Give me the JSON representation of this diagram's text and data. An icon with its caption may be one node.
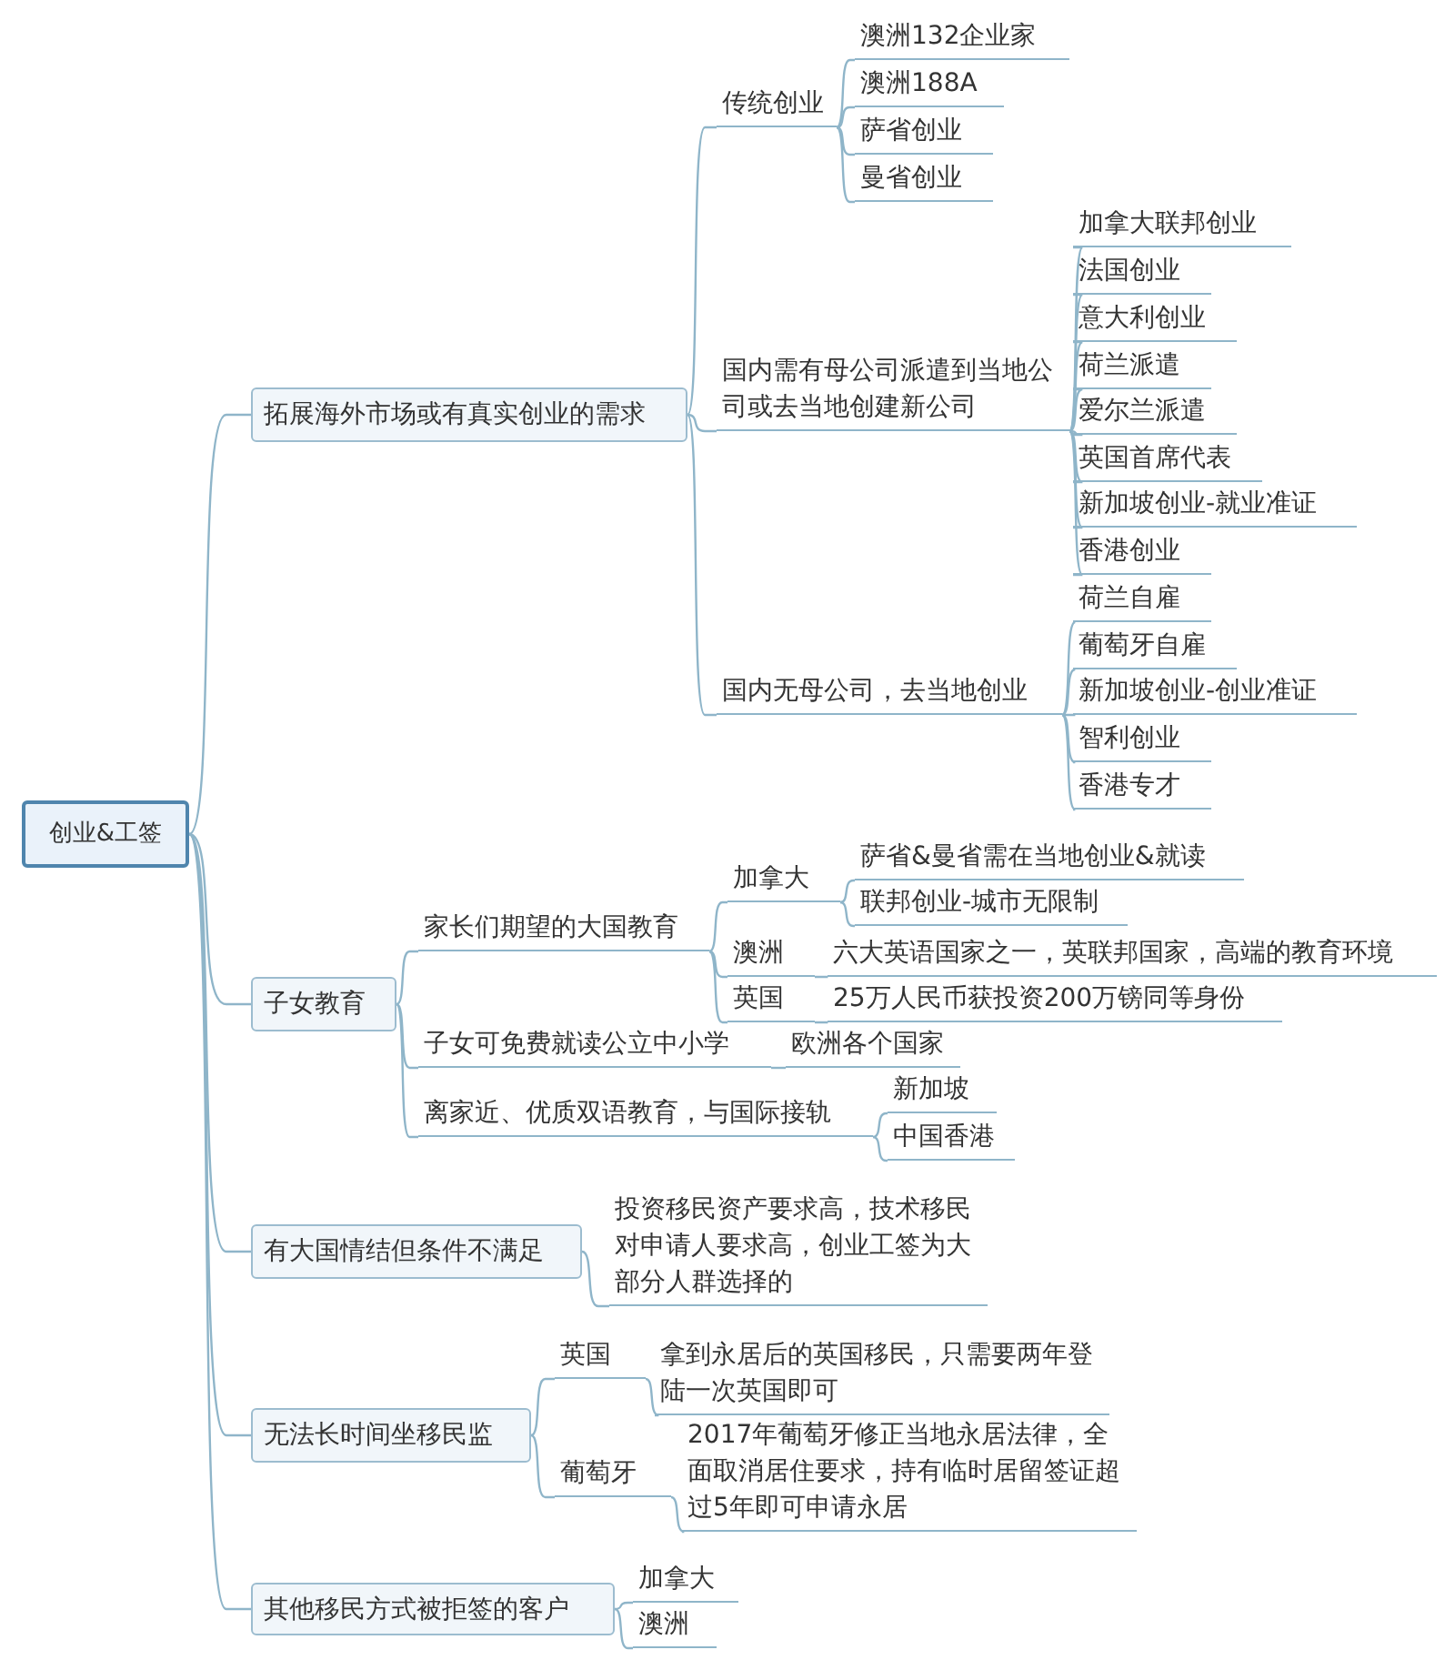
{
  "diagram": {
    "nodes": [
      {
        "text": [
          "创业&工签"
        ]
      },
      {
        "text": [
          "拓展海外市场或有真实创业的需求"
        ]
      },
      {
        "text": [
          "传统创业"
        ]
      },
      {
        "text": [
          "澳洲132企业家"
        ]
      },
      {
        "text": [
          "澳洲188A"
        ]
      },
      {
        "text": [
          "萨省创业"
        ]
      },
      {
        "text": [
          "曼省创业"
        ]
      },
      {
        "text": [
          "国内需有母公司派遣到当地公司或去当地创建新公司"
        ]
      },
      {
        "text": [
          "加拿大联邦创业"
        ]
      },
      {
        "text": [
          "法国创业"
        ]
      },
      {
        "text": [
          "意大利创业"
        ]
      },
      {
        "text": [
          "荷兰派遣"
        ]
      },
      {
        "text": [
          "爱尔兰派遣"
        ]
      },
      {
        "text": [
          "英国首席代表"
        ]
      },
      {
        "text": [
          "新加坡创业-就业准证"
        ]
      },
      {
        "text": [
          "香港创业"
        ]
      },
      {
        "text": [
          "国内无母公司，去当地创业"
        ]
      },
      {
        "text": [
          "荷兰自雇"
        ]
      },
      {
        "text": [
          "葡萄牙自雇"
        ]
      },
      {
        "text": [
          "新加坡创业-创业准证"
        ]
      },
      {
        "text": [
          "智利创业"
        ]
      },
      {
        "text": [
          "香港专才"
        ]
      },
      {
        "text": [
          "子女教育"
        ]
      },
      {
        "text": [
          "家长们期望的大国教育"
        ]
      },
      {
        "text": [
          "加拿大"
        ]
      },
      {
        "text": [
          "萨省&曼省需在当地创业&就读"
        ]
      },
      {
        "text": [
          "联邦创业-城市无限制"
        ]
      },
      {
        "text": [
          "澳洲"
        ]
      },
      {
        "text": [
          "六大英语国家之一，英联邦国家，高端的教育环境"
        ]
      },
      {
        "text": [
          "英国"
        ]
      },
      {
        "text": [
          "25万人民币获投资200万镑同等身份"
        ]
      },
      {
        "text": [
          "子女可免费就读公立中小学"
        ]
      },
      {
        "text": [
          "欧洲各个国家"
        ]
      },
      {
        "text": [
          "离家近、优质双语教育，与国际接轨"
        ]
      },
      {
        "text": [
          "新加坡"
        ]
      },
      {
        "text": [
          "中国香港"
        ]
      },
      {
        "text": [
          "有大国情结但条件不满足"
        ]
      },
      {
        "text": [
          "投资移民资产要求高，技术移民对申请人要求高，创业工签为大部分人群选择的"
        ]
      },
      {
        "text": [
          "无法长时间坐移民监"
        ]
      },
      {
        "text": [
          "英国"
        ]
      },
      {
        "text": [
          "拿到永居后的英国移民，只需要两年登陆一次英国即可"
        ]
      },
      {
        "text": [
          "葡萄牙"
        ]
      },
      {
        "text": [
          "2017年葡萄牙修正当地永居法律，全面取消居住要求，持有临时居留签证超过5年即可申请永居"
        ]
      },
      {
        "text": [
          "其他移民方式被拒签的客户"
        ]
      },
      {
        "text": [
          "加拿大"
        ]
      },
      {
        "text": [
          "澳洲"
        ]
      }
    ],
    "edges": [
      {
        "from": 0,
        "to": 1,
        "arrow": "none"
      },
      {
        "from": 0,
        "to": 22,
        "arrow": "none"
      },
      {
        "from": 0,
        "to": 36,
        "arrow": "none"
      },
      {
        "from": 0,
        "to": 38,
        "arrow": "none"
      },
      {
        "from": 0,
        "to": 43,
        "arrow": "none"
      },
      {
        "from": 1,
        "to": 2,
        "arrow": "none"
      },
      {
        "from": 1,
        "to": 7,
        "arrow": "none"
      },
      {
        "from": 1,
        "to": 16,
        "arrow": "none"
      },
      {
        "from": 2,
        "to": 3,
        "arrow": "none"
      },
      {
        "from": 2,
        "to": 4,
        "arrow": "none"
      },
      {
        "from": 2,
        "to": 5,
        "arrow": "none"
      },
      {
        "from": 2,
        "to": 6,
        "arrow": "none"
      },
      {
        "from": 7,
        "to": 8,
        "arrow": "none"
      },
      {
        "from": 7,
        "to": 9,
        "arrow": "none"
      },
      {
        "from": 7,
        "to": 10,
        "arrow": "none"
      },
      {
        "from": 7,
        "to": 11,
        "arrow": "none"
      },
      {
        "from": 7,
        "to": 12,
        "arrow": "none"
      },
      {
        "from": 7,
        "to": 13,
        "arrow": "none"
      },
      {
        "from": 7,
        "to": 14,
        "arrow": "none"
      },
      {
        "from": 7,
        "to": 15,
        "arrow": "none"
      },
      {
        "from": 16,
        "to": 17,
        "arrow": "none"
      },
      {
        "from": 16,
        "to": 18,
        "arrow": "none"
      },
      {
        "from": 16,
        "to": 19,
        "arrow": "none"
      },
      {
        "from": 16,
        "to": 20,
        "arrow": "none"
      },
      {
        "from": 16,
        "to": 21,
        "arrow": "none"
      },
      {
        "from": 22,
        "to": 23,
        "arrow": "none"
      },
      {
        "from": 22,
        "to": 31,
        "arrow": "none"
      },
      {
        "from": 22,
        "to": 33,
        "arrow": "none"
      },
      {
        "from": 23,
        "to": 24,
        "arrow": "none"
      },
      {
        "from": 23,
        "to": 27,
        "arrow": "none"
      },
      {
        "from": 23,
        "to": 29,
        "arrow": "none"
      },
      {
        "from": 24,
        "to": 25,
        "arrow": "none"
      },
      {
        "from": 24,
        "to": 26,
        "arrow": "none"
      },
      {
        "from": 27,
        "to": 28,
        "arrow": "none"
      },
      {
        "from": 29,
        "to": 30,
        "arrow": "none"
      },
      {
        "from": 31,
        "to": 32,
        "arrow": "none"
      },
      {
        "from": 33,
        "to": 34,
        "arrow": "none"
      },
      {
        "from": 33,
        "to": 35,
        "arrow": "none"
      },
      {
        "from": 36,
        "to": 37,
        "arrow": "none"
      },
      {
        "from": 38,
        "to": 39,
        "arrow": "none"
      },
      {
        "from": 38,
        "to": 41,
        "arrow": "none"
      },
      {
        "from": 39,
        "to": 40,
        "arrow": "none"
      },
      {
        "from": 41,
        "to": 42,
        "arrow": "none"
      },
      {
        "from": 43,
        "to": 44,
        "arrow": "none"
      },
      {
        "from": 43,
        "to": 45,
        "arrow": "none"
      }
    ]
  }
}
